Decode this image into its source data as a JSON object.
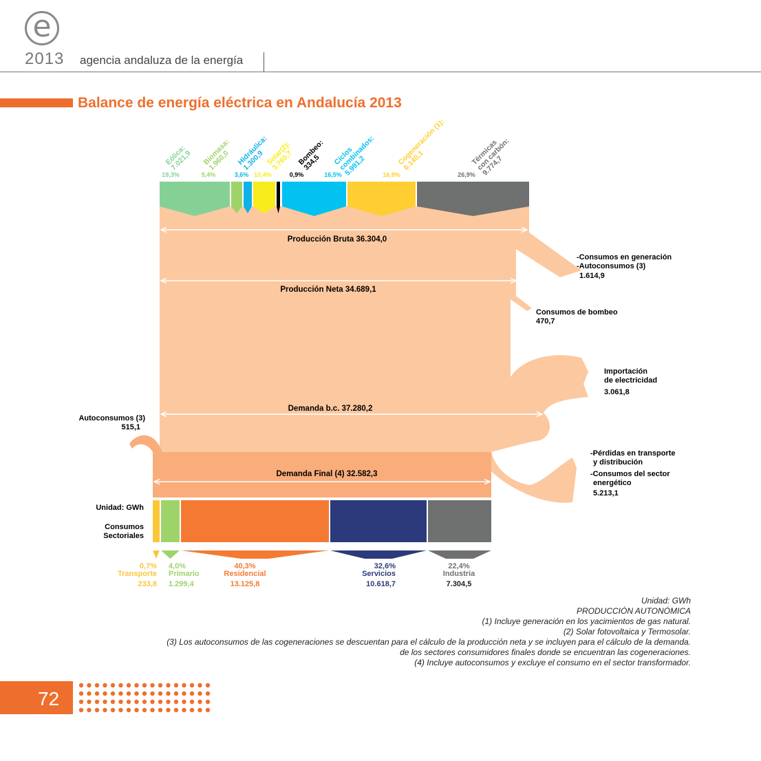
{
  "header": {
    "logo_letter": "e",
    "year": "2013",
    "agency": "agencia andaluza de la energía"
  },
  "title": "Balance de energía eléctrica en Andalucía 2013",
  "sources": [
    {
      "label": "Eólica:",
      "value": "7.021,9",
      "pct": "19,3%",
      "color": "#85d195"
    },
    {
      "label": "Biomasa:",
      "value": "1.960,0",
      "pct": "5,4%",
      "color": "#9ed36a"
    },
    {
      "label": "Hidráulica:",
      "value": "1.300,9",
      "pct": "3,6%",
      "color": "#10b1e6"
    },
    {
      "label": "Solar(2):",
      "value": "3.760,7",
      "pct": "10,4%",
      "color": "#f7ec1b"
    },
    {
      "label": "Bombeo:",
      "value": "334,5",
      "pct": "0,9%",
      "color": "#000000"
    },
    {
      "label": "Ciclos",
      "label2": "combinados:",
      "value": "5.991,2",
      "pct": "16,5%",
      "color": "#03c2f2"
    },
    {
      "label": "Cogeneración (1):",
      "value": "6.140,1",
      "pct": "16,9%",
      "color": "#fece33"
    },
    {
      "label": "Térmicas",
      "label2": "con carbón:",
      "value": "9.774,7",
      "pct": "26,9%",
      "color": "#6e7170"
    }
  ],
  "flows": {
    "produccion_bruta": "Producción Bruta 36.304,0",
    "produccion_neta": "Producción Neta 34.689,1",
    "demanda_bc": "Demanda b.c. 37.280,2",
    "demanda_final": "Demanda Final (4) 32.582,3"
  },
  "side_labels": {
    "consumos_generacion_1": "-Consumos en generación",
    "consumos_generacion_2": "-Autoconsumos (3)",
    "consumos_generacion_value": "1.614,9",
    "bombeo_label": "Consumos de bombeo",
    "bombeo_value": "470,7",
    "importacion_1": "Importación",
    "importacion_2": "de electricidad",
    "importacion_value": "3.061,8",
    "autoconsumos_label": "Autoconsumos (3)",
    "autoconsumos_value": "515,1",
    "perdidas_1": "-Pérdidas en transporte",
    "perdidas_2": "y distribución",
    "perdidas_3": "-Consumos del sector",
    "perdidas_4": "energético",
    "perdidas_value": "5.213,1",
    "unidad": "Unidad: GWh",
    "consumos_1": "Consumos",
    "consumos_2": "Sectoriales"
  },
  "sectors": [
    {
      "pct": "0,7%",
      "label": "Transporte",
      "value": "233,8",
      "color": "#fbc63a"
    },
    {
      "pct": "4,0%",
      "label": "Primario",
      "value": "1.299,4",
      "color": "#9ed36a"
    },
    {
      "pct": "40,3%",
      "label": "Residencial",
      "value": "13.125,8",
      "color": "#f47a33"
    },
    {
      "pct": "32,6%",
      "label": "Servicios",
      "value": "10.618,7",
      "color": "#2c3a7b"
    },
    {
      "pct": "22,4%",
      "label": "Industria",
      "value": "7.304,5",
      "color": "#6e7170"
    }
  ],
  "flow_color": "#fcc8a0",
  "final_color": "#f9ad7b",
  "notes": [
    "Unidad: GWh",
    "PRODUCCIÓN AUTONÓMICA",
    "(1) Incluye generación en los yacimientos de gas natural.",
    "(2) Solar fotovoltaica y Termosolar.",
    "(3) Los autoconsumos de las cogeneraciones se descuentan para el cálculo de la producción neta y se incluyen para el cálculo de la demanda.",
    "de los sectores consumidores finales donde se encuentran las cogeneraciones.",
    "(4) Incluye autoconsumos y excluye el consumo en el sector transformador."
  ],
  "page_number": "72"
}
